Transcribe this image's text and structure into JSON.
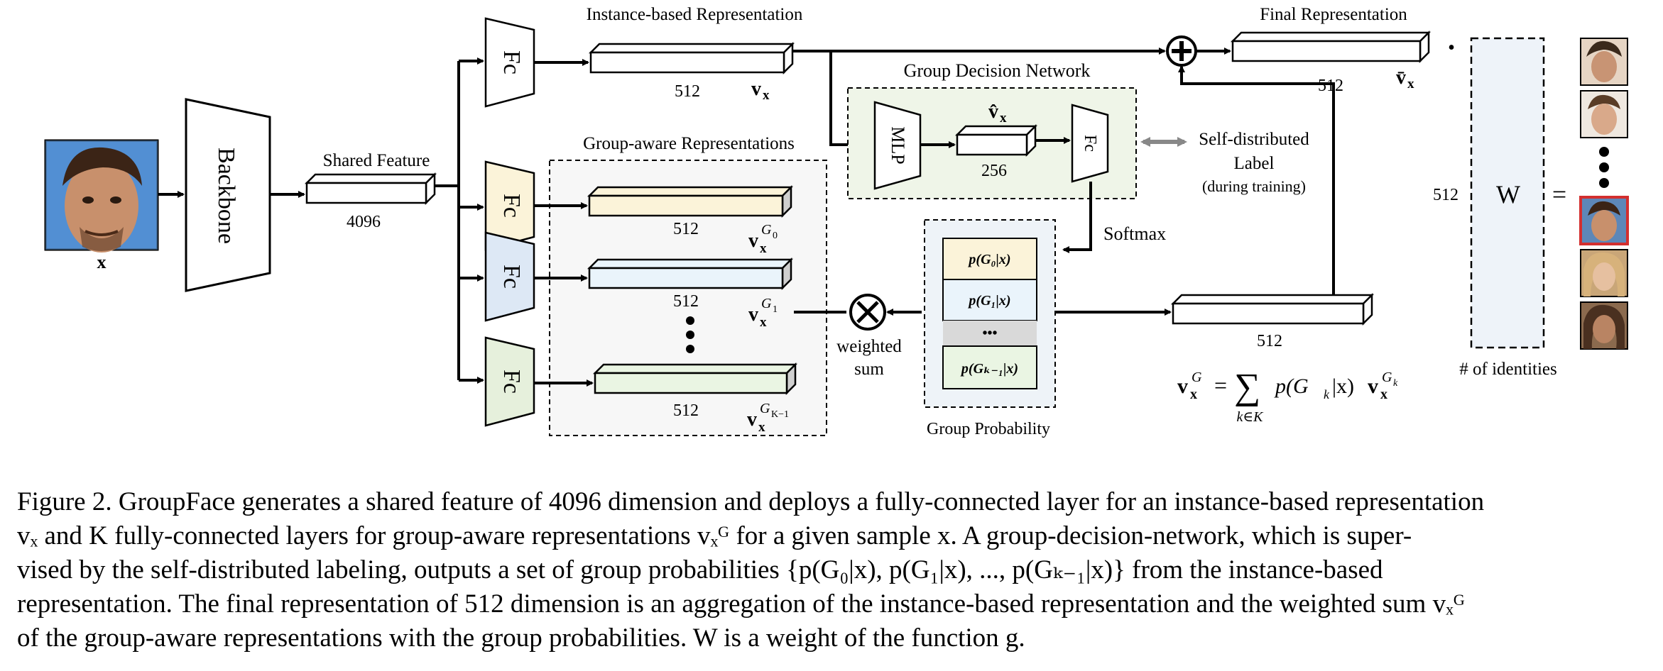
{
  "input": {
    "label": "x"
  },
  "backbone": {
    "label": "Backbone"
  },
  "shared_feature": {
    "title": "Shared Feature",
    "dim": "4096"
  },
  "fc": {
    "label": "Fc"
  },
  "instance": {
    "title": "Instance-based Representation",
    "dim": "512",
    "symbol": "v",
    "sub": "x"
  },
  "group_aware": {
    "title": "Group-aware Representations",
    "rows": [
      {
        "dim": "512",
        "sup": "G",
        "supsub": "0"
      },
      {
        "dim": "512",
        "sup": "G",
        "supsub": "1"
      },
      {
        "dim": "512",
        "sup": "G",
        "supsub": "K−1"
      }
    ]
  },
  "gdn": {
    "title": "Group Decision Network",
    "mlp": "MLP",
    "hidden_dim": "256",
    "hat_symbol": "v̂",
    "hat_sub": "x",
    "fc": "Fc"
  },
  "self_label": {
    "line1": "Self-distributed",
    "line2": "Label",
    "line3": "(during training)"
  },
  "softmax": {
    "label": "Softmax"
  },
  "group_prob": {
    "title": "Group Probability",
    "cells": [
      "p(G₀|x)",
      "p(G₁|x)",
      "•••",
      "p(Gₖ₋₁|x)"
    ],
    "colors": [
      "#fbf3d9",
      "#eaf4fb",
      "#d9d9d9",
      "#eaf5e3"
    ]
  },
  "weighted_sum": {
    "line1": "weighted",
    "line2": "sum"
  },
  "final": {
    "title": "Final Representation",
    "dim": "512",
    "symbol": "v̄",
    "sub": "x",
    "dot": "•"
  },
  "weighted_vec": {
    "dim": "512"
  },
  "formula": {
    "lhs": "v",
    "lhs_sub": "x",
    "lhs_sup": "G",
    "eq": "=",
    "sigma": "∑",
    "under": "k∈K",
    "rhs1": "p(",
    "rhs_g": "G",
    "rhs_gsub": "k",
    "rhs2": "|x)",
    "rhs_v": "v",
    "rhs_vsub": "x",
    "rhs_vsup": "G",
    "rhs_vsupsub": "k"
  },
  "weight": {
    "label": "W",
    "rows_label": "512",
    "eq": "=",
    "cols_label": "# of identities"
  },
  "colors": {
    "fc_group0": "#fbf3d9",
    "fc_group1": "#dde8f5",
    "fc_groupK": "#e6f0dc",
    "gdn_bg": "#eff5e8",
    "prob_bg": "#eef3f8",
    "weight_bg": "#eef3f9",
    "highlight": "#d32f2f"
  },
  "caption": {
    "lines": [
      "Figure 2. GroupFace generates a shared feature of 4096 dimension and deploys a fully-connected layer for an instance-based representation",
      "vₓ and K fully-connected layers for group-aware representations vₓᴳ for a given sample x.  A group-decision-network, which is super-",
      "vised by the self-distributed labeling, outputs a set of group probabilities {p(G₀|x), p(G₁|x), ..., p(Gₖ₋₁|x)} from the instance-based",
      "representation. The final representation of 512 dimension is an aggregation of the instance-based representation and the weighted sum vₓᴳ",
      "of the group-aware representations with the group probabilities. W is a weight of the function g."
    ]
  }
}
